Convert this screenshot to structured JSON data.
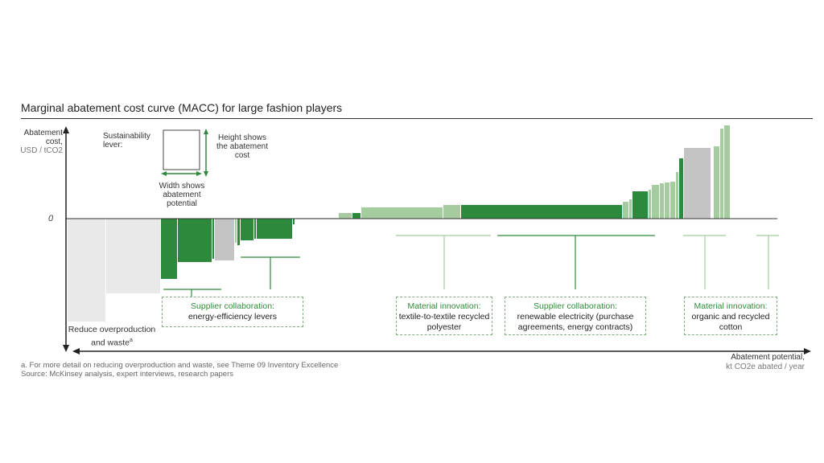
{
  "chart_data": {
    "type": "bar",
    "title": "Marginal abatement cost curve (MACC) for large fashion players",
    "ylabel": [
      "Abatement",
      "cost,",
      "USD / tCO2"
    ],
    "xlabel": [
      "Abatement potential,",
      "kt CO2e abated / year"
    ],
    "zero_label": "0",
    "legend": {
      "lever": "Sustainability lever:",
      "height": "Height shows the abatement cost",
      "width": "Width shows abatement potential"
    },
    "colors": {
      "dark_green": "#2d8a3c",
      "light_green": "#a5cc9f",
      "grey": "#e9e9e9",
      "mid_grey": "#c4c4c4",
      "annotation": "#2e8b3a"
    },
    "bars": [
      {
        "w": 48,
        "v": -128,
        "c": "grey"
      },
      {
        "w": 68,
        "v": -93,
        "c": "grey"
      },
      {
        "w": 21,
        "v": -75,
        "c": "dark_green"
      },
      {
        "w": 43,
        "v": -54,
        "c": "dark_green"
      },
      {
        "w": 3,
        "v": -50,
        "c": "dark_green"
      },
      {
        "w": 25,
        "v": -52,
        "c": "mid_grey"
      },
      {
        "w": 3,
        "v": -30,
        "c": "light_green"
      },
      {
        "w": 4,
        "v": -33,
        "c": "dark_green"
      },
      {
        "w": 17,
        "v": -27,
        "c": "dark_green"
      },
      {
        "w": 3,
        "v": -25,
        "c": "dark_green"
      },
      {
        "w": 45,
        "v": -25,
        "c": "dark_green"
      },
      {
        "w": 3,
        "v": -7,
        "c": "dark_green"
      },
      {
        "w": 54,
        "v": 0.7,
        "c": "light_green"
      },
      {
        "w": 17,
        "v": 7,
        "c": "light_green"
      },
      {
        "w": 11,
        "v": 7,
        "c": "dark_green"
      },
      {
        "w": 102,
        "v": 14,
        "c": "light_green"
      },
      {
        "w": 22,
        "v": 17,
        "c": "light_green"
      },
      {
        "w": 201,
        "v": 17,
        "c": "dark_green"
      },
      {
        "w": 8,
        "v": 21,
        "c": "light_green"
      },
      {
        "w": 4,
        "v": 24,
        "c": "light_green"
      },
      {
        "w": 20,
        "v": 34,
        "c": "dark_green"
      },
      {
        "w": 4,
        "v": 36,
        "c": "light_green"
      },
      {
        "w": 10,
        "v": 42,
        "c": "light_green"
      },
      {
        "w": 6,
        "v": 44,
        "c": "light_green"
      },
      {
        "w": 7,
        "v": 45,
        "c": "light_green"
      },
      {
        "w": 7,
        "v": 46,
        "c": "light_green"
      },
      {
        "w": 4,
        "v": 58,
        "c": "light_green"
      },
      {
        "w": 6,
        "v": 75,
        "c": "dark_green"
      },
      {
        "w": 34,
        "v": 88,
        "c": "mid_grey"
      },
      {
        "w": 3,
        "v": 0,
        "c": "none"
      },
      {
        "w": 8,
        "v": 90,
        "c": "light_green"
      },
      {
        "w": 5,
        "v": 112,
        "c": "light_green"
      },
      {
        "w": 8,
        "v": 116,
        "c": "light_green"
      }
    ],
    "annotations": [
      {
        "title": "Supplier collaboration:",
        "body": "energy-efficiency levers"
      },
      {
        "title": "Material innovation:",
        "body": "textile-to-textile recycled polyester"
      },
      {
        "title": "Supplier collaboration:",
        "body": "renewable electricity (purchase agreements, energy contracts)"
      },
      {
        "title": "Material innovation:",
        "body": "organic and recycled cotton"
      }
    ],
    "reduce_label": "Reduce overproduction and waste",
    "reduce_sup": "a"
  },
  "footnote": {
    "line1": "a. For more detail on reducing overproduction and waste, see Theme 09 Inventory Excellence",
    "line2": "Source: McKinsey analysis, expert interviews, research papers"
  }
}
